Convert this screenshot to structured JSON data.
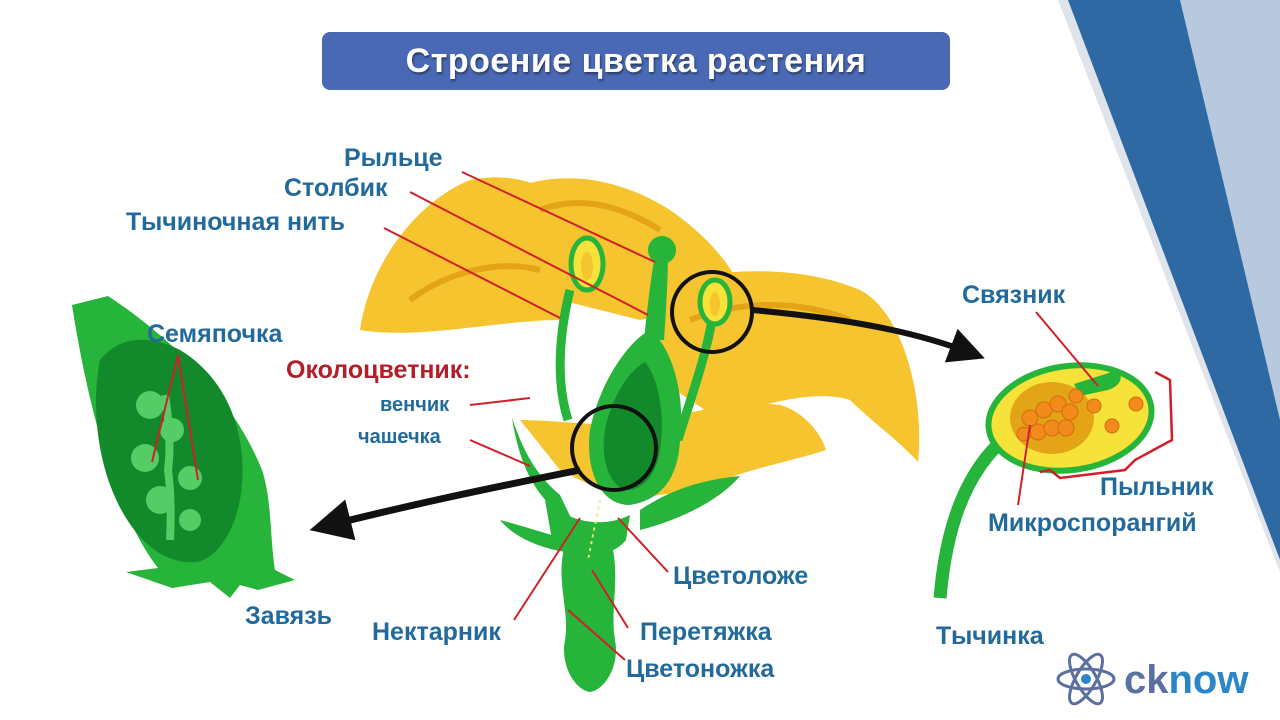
{
  "title": "Строение цветка растения",
  "labels": {
    "rylce": "Рыльце",
    "stolbik": "Столбик",
    "tychinochnaya_nit": "Тычиночная нить",
    "semyapochka": "Семяпочка",
    "okolocvetnik": "Околоцветник:",
    "venchik": "венчик",
    "chashechka": "чашечка",
    "zavyaz": "Завязь",
    "nektarnik": "Нектарник",
    "cvetolozhe": "Цветоложе",
    "peretyazhka": "Перетяжка",
    "cvetonozhka": "Цветоножка",
    "svyaznik": "Связник",
    "pylnik": "Пыльник",
    "mikrosporangiy": "Микроспорангий",
    "tychinka": "Тычинка"
  },
  "brand": {
    "part1": "ck",
    "part2": "now",
    "icon": "atom-icon"
  },
  "colors": {
    "title_bg": "#4a69b4",
    "label_blue": "#236a9c",
    "label_red": "#b41e28",
    "petal_yellow": "#f6c42e",
    "petal_shadow": "#e3a417",
    "green_light": "#27b43a",
    "green_dark": "#128a2b",
    "orange_pollen": "#f28a1c",
    "leader_line": "#d11f2a",
    "corner_blue": "#2f69a4",
    "corner_pale": "#b9c9dd"
  }
}
